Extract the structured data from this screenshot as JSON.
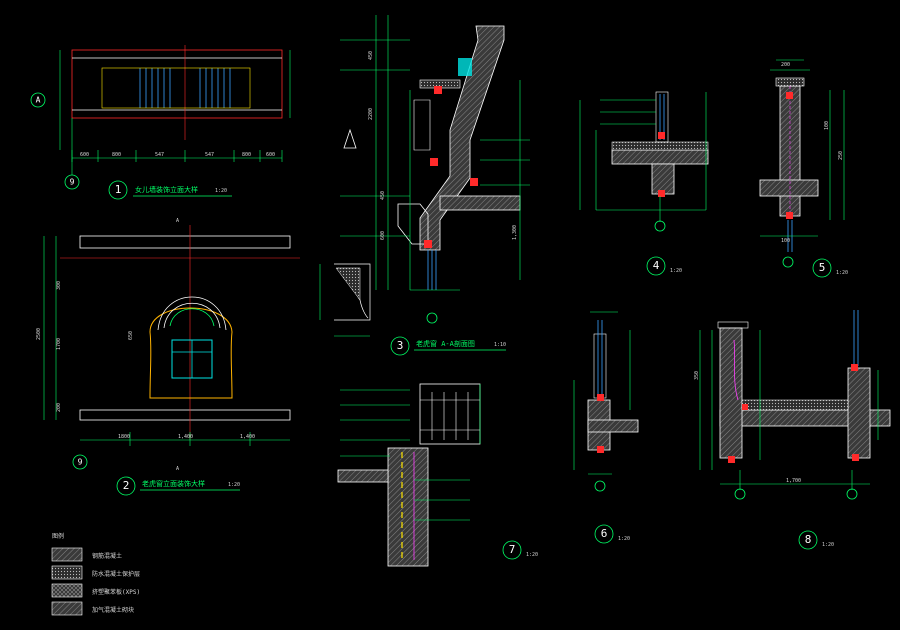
{
  "colors": {
    "background": "#000000",
    "dim_line": "#00ff66",
    "outline": "#ffffff",
    "hatch": "#8a8a8a",
    "accent_red": "#ff2a2a",
    "accent_blue": "#3aa0ff",
    "accent_yellow": "#ffe600",
    "accent_magenta": "#ff40ff",
    "accent_cyan": "#00e5e5",
    "accent_orange": "#ffb300"
  },
  "details": [
    {
      "id": "d1",
      "number": "1",
      "title": "女儿墙装饰立面大样",
      "scale": "1:20"
    },
    {
      "id": "d2",
      "number": "2",
      "title": "老虎窗立面装饰大样",
      "scale": "1:20"
    },
    {
      "id": "d3",
      "number": "3",
      "title": "老虎窗 A-A剖面图",
      "scale": "1:10"
    },
    {
      "id": "d4",
      "number": "4",
      "scale": "1:20"
    },
    {
      "id": "d5",
      "number": "5",
      "scale": "1:20"
    },
    {
      "id": "d6",
      "number": "6",
      "scale": "1:20"
    },
    {
      "id": "d7",
      "number": "7",
      "scale": "1:20"
    },
    {
      "id": "d8",
      "number": "8",
      "scale": "1:20"
    }
  ],
  "axis_marks": {
    "a": "A",
    "nine": "9"
  },
  "dims_d1": [
    "600",
    "800",
    "547",
    "547",
    "800",
    "600"
  ],
  "dims_d2": [
    "1800",
    "1,400",
    "1,400"
  ],
  "dims_d2_v": [
    "2500",
    "300",
    "1700",
    "650",
    "200"
  ],
  "dims_d3_v": [
    "2200",
    "450",
    "600",
    "450",
    "1,300"
  ],
  "dims_d5": [
    "200",
    "100",
    "250",
    "100"
  ],
  "dims_d8": [
    "350",
    "1,700"
  ],
  "legend": {
    "title": "图例",
    "items": [
      {
        "label": "钢筋混凝土"
      },
      {
        "label": "防水混凝土保护层"
      },
      {
        "label": "挤塑聚苯板(XPS)"
      },
      {
        "label": "加气混凝土砌块"
      }
    ]
  }
}
